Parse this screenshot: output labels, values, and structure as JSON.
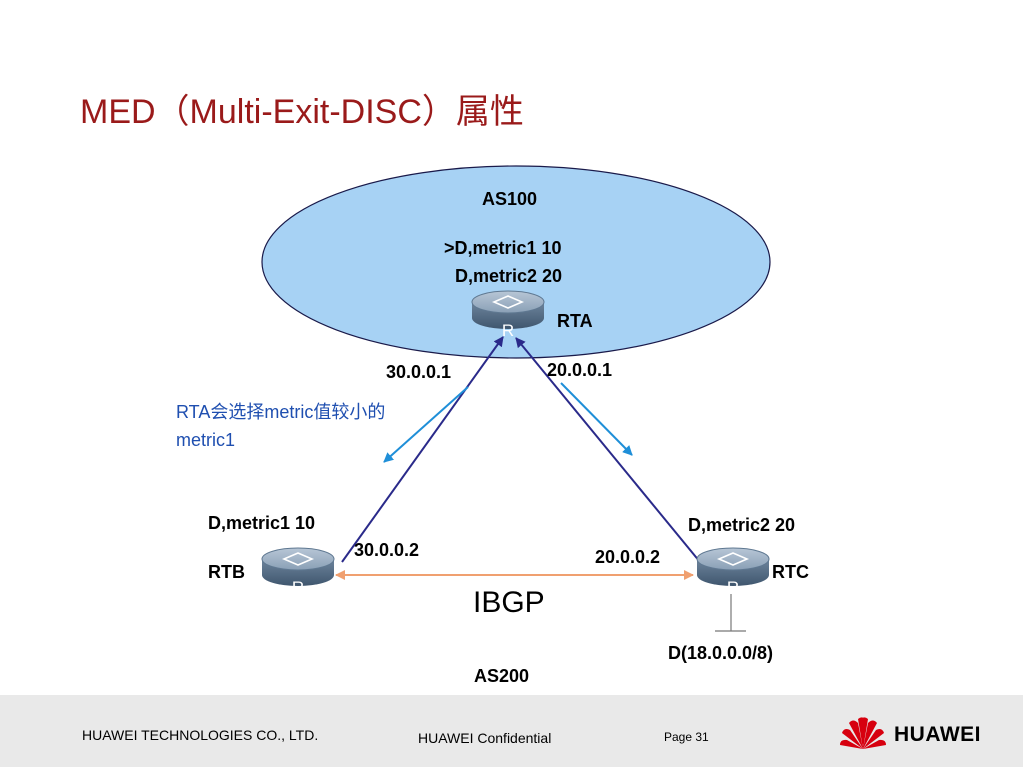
{
  "title": "MED（Multi-Exit-DISC）属性",
  "diagram": {
    "as100_label": "AS100",
    "rta_route1": ">D,metric1 10",
    "rta_route2": "D,metric2 20",
    "rta_name": "RTA",
    "rtb_name": "RTB",
    "rtc_name": "RTC",
    "rtb_route": "D,metric1 10",
    "rtc_route": "D,metric2 20",
    "ip_rta_left": "30.0.0.1",
    "ip_rta_right": "20.0.0.1",
    "ip_rtb": "30.0.0.2",
    "ip_rtc": "20.0.0.2",
    "note": "RTA会选择metric值较小的metric1",
    "ibgp": "IBGP",
    "network": "D(18.0.0.0/8)",
    "as200_label": "AS200",
    "router_glyph": "R"
  },
  "footer": {
    "company": "HUAWEI TECHNOLOGIES CO., LTD.",
    "confidential": "HUAWEI Confidential",
    "page": "Page 31",
    "logo_text": "HUAWEI"
  },
  "colors": {
    "title": "#9a1a1a",
    "ellipse": "#a7d2f4",
    "link": "#2a2a8a",
    "ibgp_line": "#f0a070",
    "arrow": "#1f8fd8",
    "note": "#1f4fb0",
    "logo": "#d7000f"
  }
}
